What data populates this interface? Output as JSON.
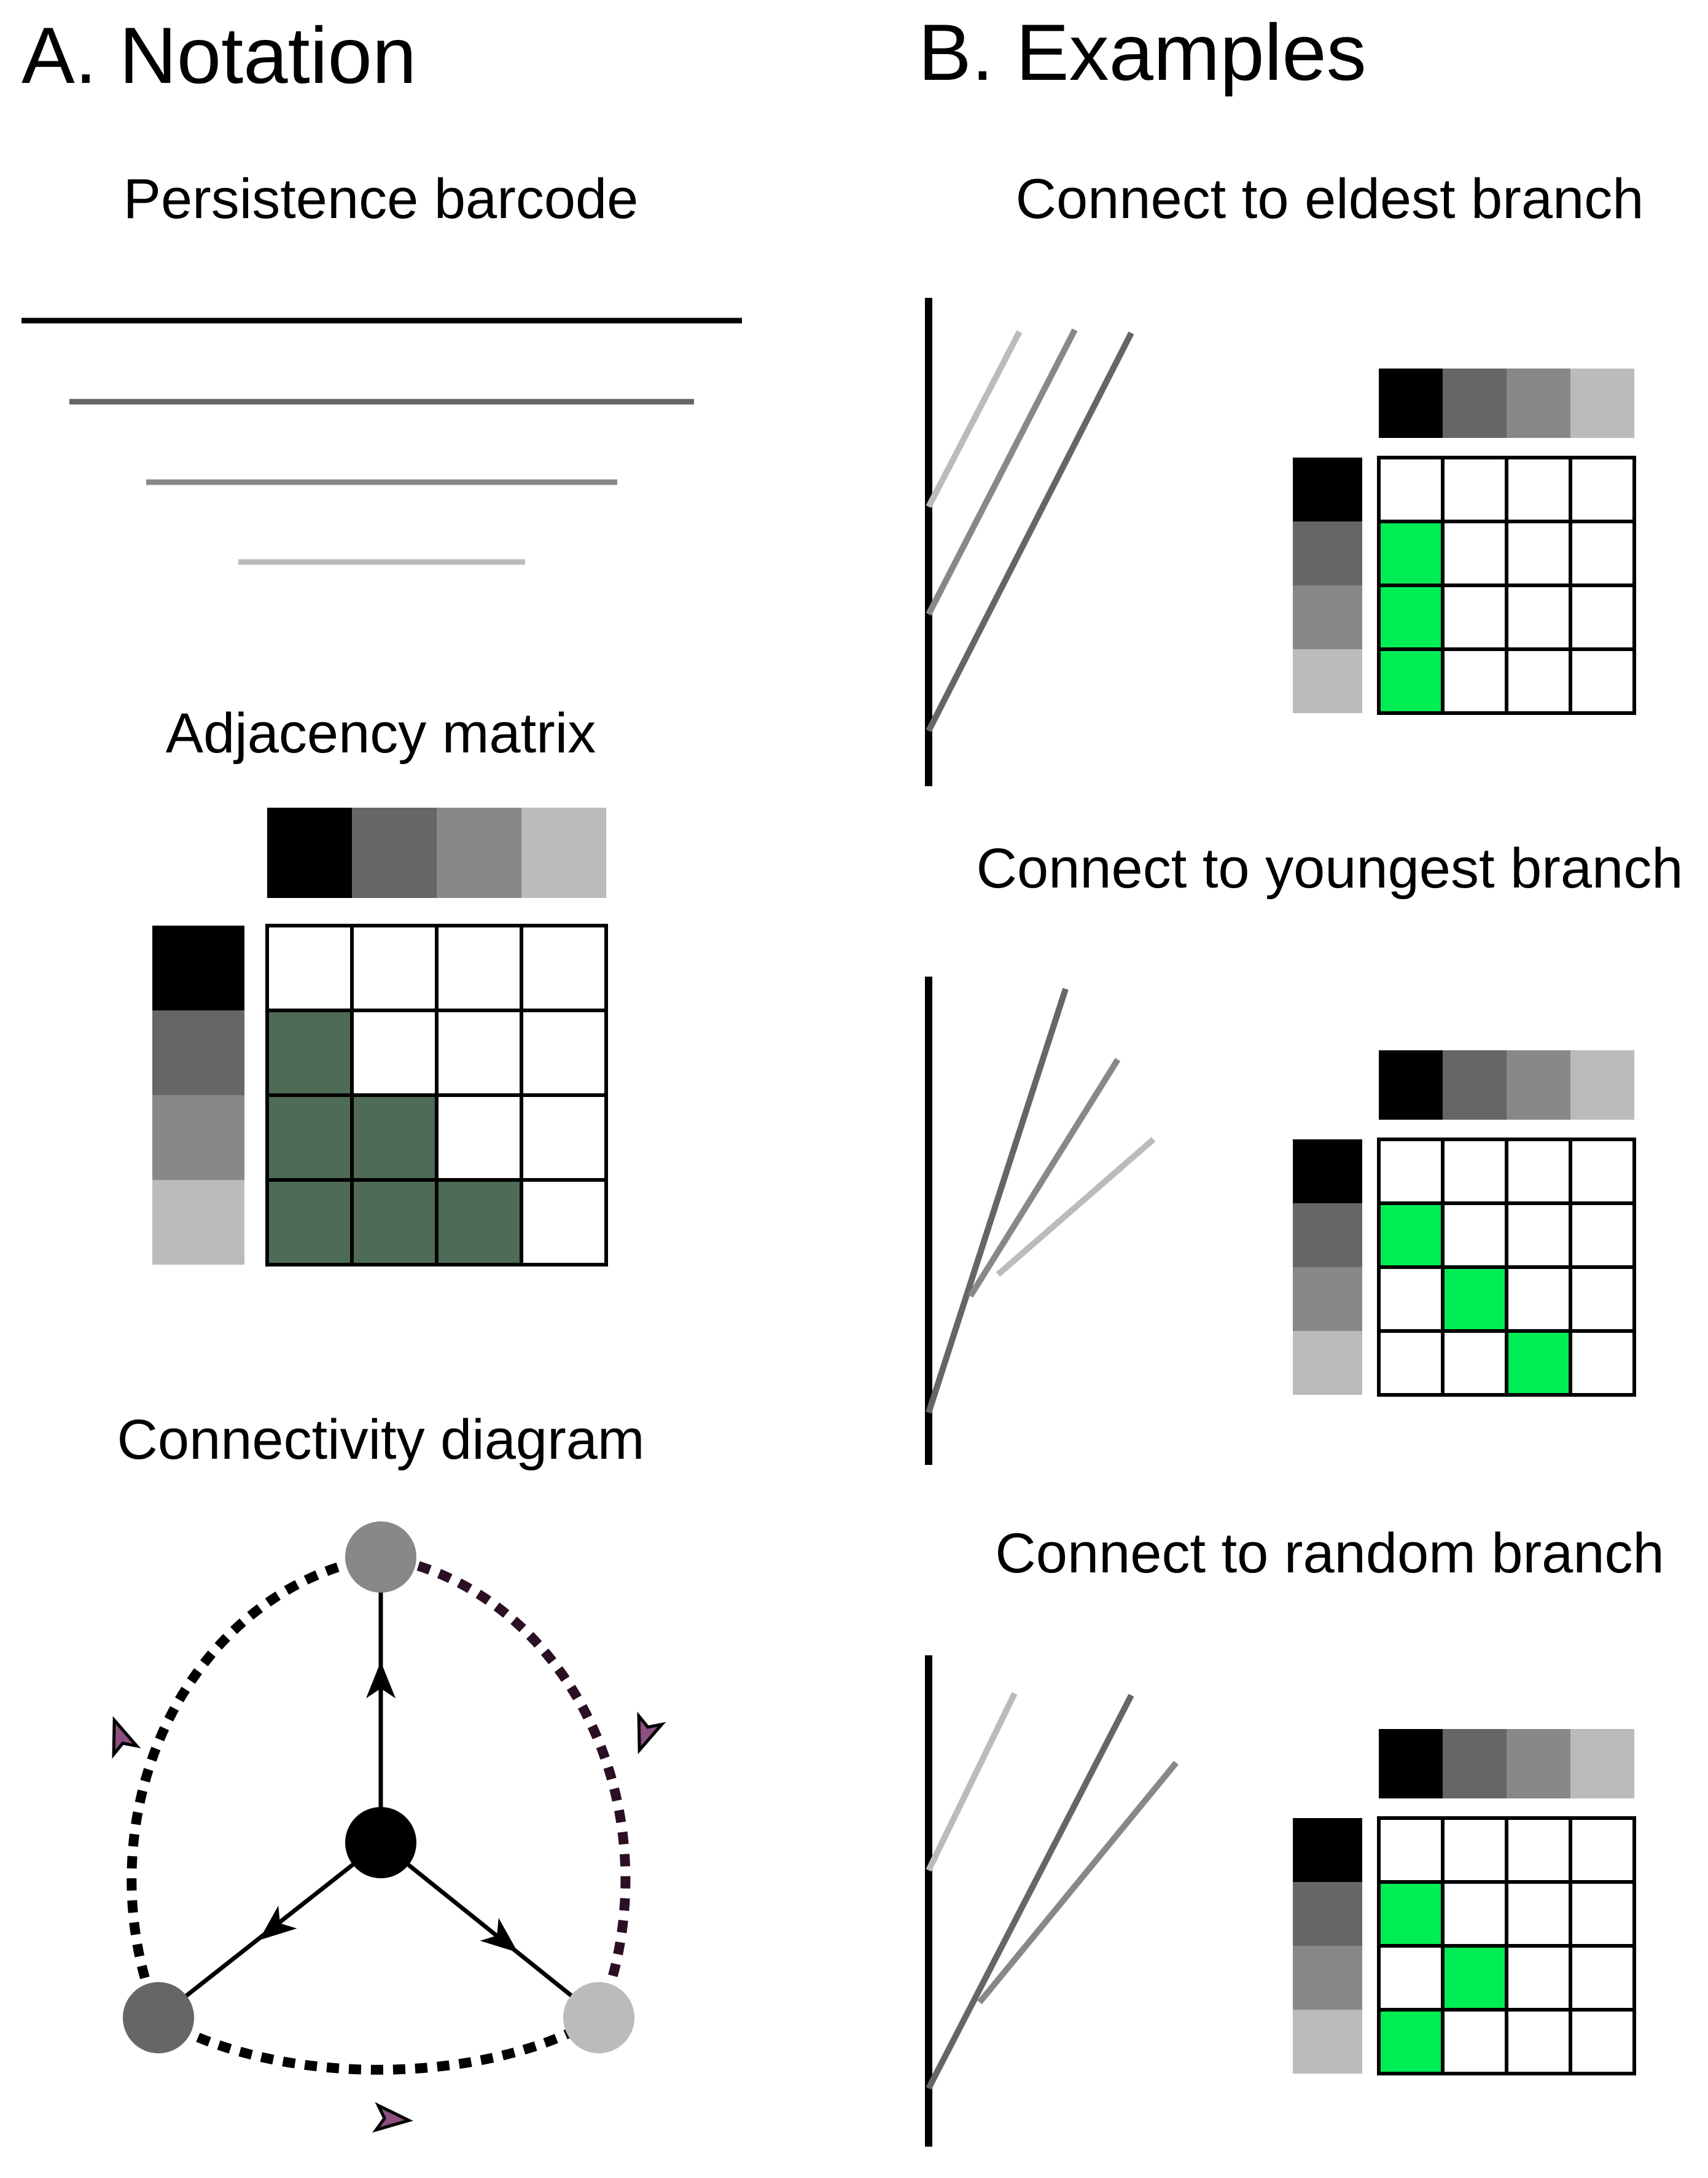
{
  "panel_a": {
    "heading": "A. Notation",
    "barcode": {
      "title": "Persistence barcode",
      "bar_colors": [
        "#000000",
        "#666666",
        "#888888",
        "#bbbbbb"
      ]
    },
    "adjacency": {
      "title": "Adjacency matrix",
      "key_colors": [
        "#000000",
        "#666666",
        "#888888",
        "#bbbbbb"
      ],
      "filled_color": "#4d6b55",
      "cells": [
        [
          0,
          0,
          0,
          0
        ],
        [
          1,
          0,
          0,
          0
        ],
        [
          1,
          1,
          0,
          0
        ],
        [
          1,
          1,
          1,
          0
        ]
      ]
    },
    "connectivity": {
      "title": "Connectivity diagram",
      "node_colors": {
        "center": "#000000",
        "top": "#888888",
        "left": "#666666",
        "right": "#bbbbbb"
      },
      "dotted_arc_color": "#000000",
      "dark_arc_color": "#2b0f24",
      "arrow_marker_color": "#8b4f80"
    }
  },
  "panel_b": {
    "heading": "B. Examples",
    "key_colors": [
      "#000000",
      "#666666",
      "#888888",
      "#bbbbbb"
    ],
    "highlight_color": "#00ee55",
    "examples": [
      {
        "title": "Connect to eldest branch",
        "cells": [
          [
            0,
            0,
            0,
            0
          ],
          [
            1,
            0,
            0,
            0
          ],
          [
            1,
            0,
            0,
            0
          ],
          [
            1,
            0,
            0,
            0
          ]
        ]
      },
      {
        "title": "Connect to youngest branch",
        "cells": [
          [
            0,
            0,
            0,
            0
          ],
          [
            1,
            0,
            0,
            0
          ],
          [
            0,
            1,
            0,
            0
          ],
          [
            0,
            0,
            1,
            0
          ]
        ]
      },
      {
        "title": "Connect to random branch",
        "cells": [
          [
            0,
            0,
            0,
            0
          ],
          [
            1,
            0,
            0,
            0
          ],
          [
            0,
            1,
            0,
            0
          ],
          [
            1,
            0,
            0,
            0
          ]
        ]
      }
    ]
  }
}
